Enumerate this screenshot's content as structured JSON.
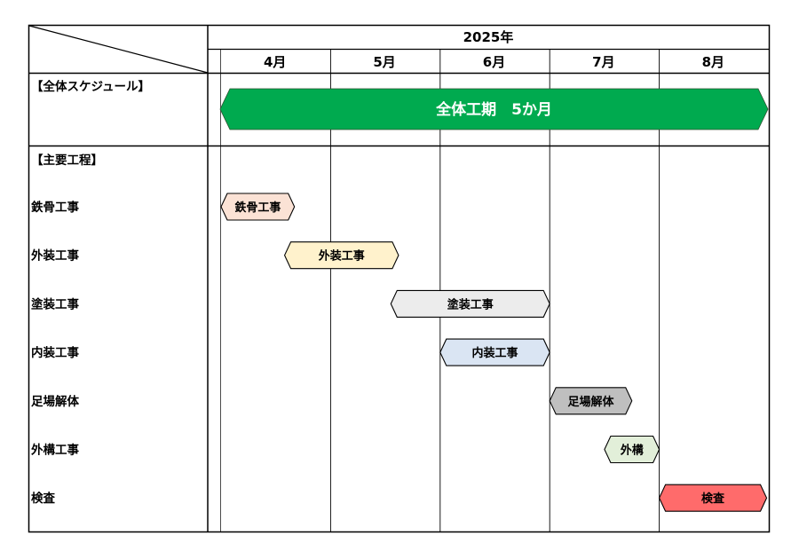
{
  "year_label": "2025年",
  "months": [
    "4月",
    "5月",
    "6月",
    "7月",
    "8月"
  ],
  "sections": {
    "overall": "【全体スケジュール】",
    "main": "【主要工程】"
  },
  "overall_bar": {
    "label": "全体工期　5か月",
    "start": "04-01",
    "end": "08-31",
    "color": "#00aa4f"
  },
  "chart_data": {
    "type": "gantt",
    "x_unit": "month",
    "months": [
      "4月",
      "5月",
      "6月",
      "7月",
      "8月"
    ],
    "tasks": [
      {
        "name": "鉄骨工事",
        "bar_label": "鉄骨工事",
        "start_month": 0.0,
        "end_month": 0.67,
        "color": "#fbe2d5"
      },
      {
        "name": "外装工事",
        "bar_label": "外装工事",
        "start_month": 0.58,
        "end_month": 1.62,
        "color": "#fff2cc"
      },
      {
        "name": "塗装工事",
        "bar_label": "塗装工事",
        "start_month": 1.55,
        "end_month": 3.0,
        "color": "#ececec"
      },
      {
        "name": "内装工事",
        "bar_label": "内装工事",
        "start_month": 2.0,
        "end_month": 3.0,
        "color": "#dae5f3"
      },
      {
        "name": "足場解体",
        "bar_label": "足場解体",
        "start_month": 3.0,
        "end_month": 3.75,
        "color": "#bfbfbf"
      },
      {
        "name": "外構工事",
        "bar_label": "外構",
        "start_month": 3.5,
        "end_month": 4.0,
        "color": "#e2efd9"
      },
      {
        "name": "検査",
        "bar_label": "検査",
        "start_month": 4.0,
        "end_month": 4.98,
        "color": "#ff6b6b"
      }
    ]
  }
}
